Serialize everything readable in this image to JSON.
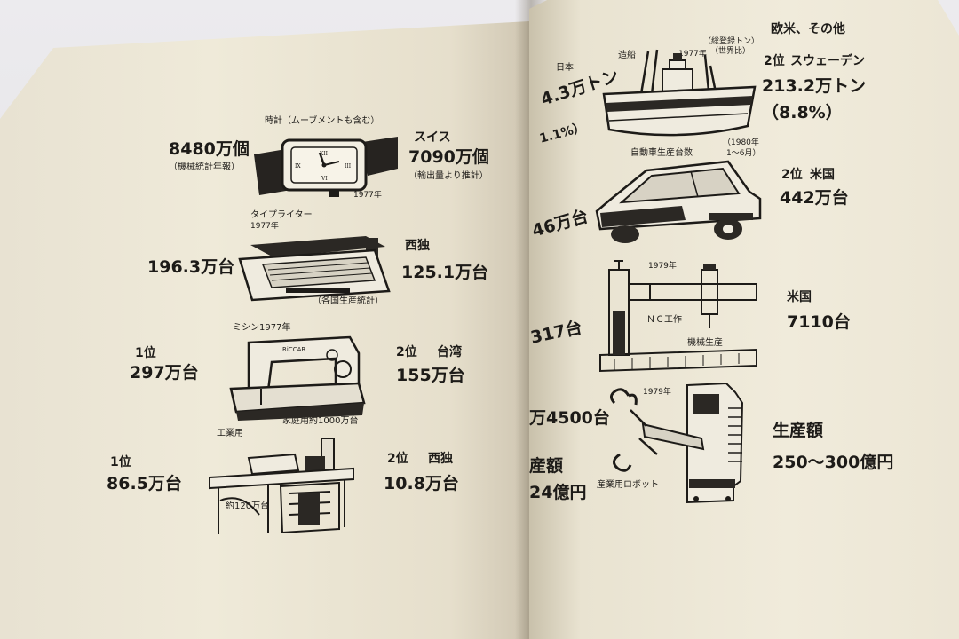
{
  "left_page": {
    "watch": {
      "caption": "時計（ムーブメントも含む）",
      "japan_value": "8480万個",
      "japan_note": "（機械統計年報）",
      "country": "スイス",
      "value": "7090万個",
      "note": "（輸出量より推計）",
      "year": "1977年"
    },
    "typewriter": {
      "caption": "タイプライター",
      "year": "1977年",
      "japan_value": "196.3万台",
      "country": "西独",
      "value": "125.1万台",
      "note": "（各国生産統計）"
    },
    "sewing_home": {
      "caption": "ミシン1977年",
      "rank1": "1位",
      "rank1_value": "297万台",
      "rank2": "2位",
      "country": "台湾",
      "value": "155万台",
      "note": "家庭用約1000万台"
    },
    "sewing_industrial": {
      "caption": "工業用",
      "rank1": "1位",
      "rank1_value": "86.5万台",
      "rank2": "2位",
      "country": "西独",
      "value": "10.8万台",
      "note": "約120万台"
    }
  },
  "right_page": {
    "header": "欧米、その他",
    "japan_label": "日本",
    "ship": {
      "caption": "造船",
      "year": "1977年",
      "unit_note": "（総登録トン）",
      "share_note": "（世界比）",
      "japan_value_partial": "4.3万トン",
      "japan_share_partial": "1.1%）",
      "rank2": "2位",
      "country": "スウェーデン",
      "value": "213.2万トン",
      "share": "（8.8%）"
    },
    "car": {
      "caption": "自動車生産台数",
      "period_year": "（1980年",
      "period_months": "1～6月）",
      "japan_value_partial": "46万台",
      "rank2": "2位",
      "country": "米国",
      "value": "442万台"
    },
    "machine": {
      "year": "1979年",
      "caption": "ＮＣ工作",
      "caption2": "機械生産",
      "japan_value_partial": "317台",
      "country": "米国",
      "value": "7110台"
    },
    "robot": {
      "year": "1979年",
      "japan_value_partial": "万4500台",
      "japan_label": "産額",
      "japan_amount_partial": "24億円",
      "caption": "産業用ロボット",
      "label": "生産額",
      "value": "250～300億円"
    }
  }
}
